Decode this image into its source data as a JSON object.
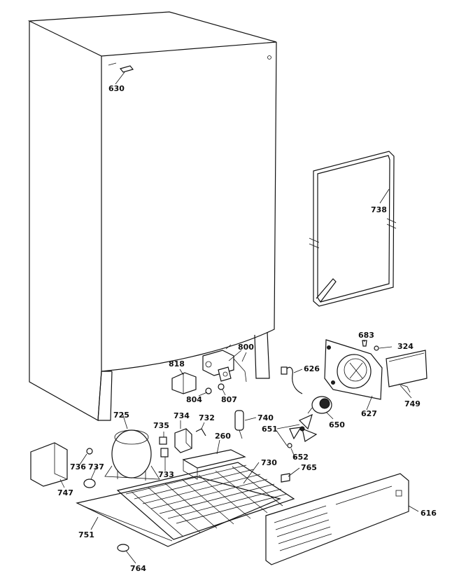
{
  "callouts": {
    "c630": "630",
    "c738": "738",
    "c683": "683",
    "c324": "324",
    "c800": "800",
    "c818": "818",
    "c626": "626",
    "c804": "804",
    "c807": "807",
    "c749": "749",
    "c627": "627",
    "c725": "725",
    "c734": "734",
    "c732": "732",
    "c740": "740",
    "c735": "735",
    "c651": "651",
    "c650": "650",
    "c260": "260",
    "c652": "652",
    "c736": "736",
    "c737": "737",
    "c733": "733",
    "c730": "730",
    "c765": "765",
    "c747": "747",
    "c616": "616",
    "c751": "751",
    "c764": "764"
  }
}
